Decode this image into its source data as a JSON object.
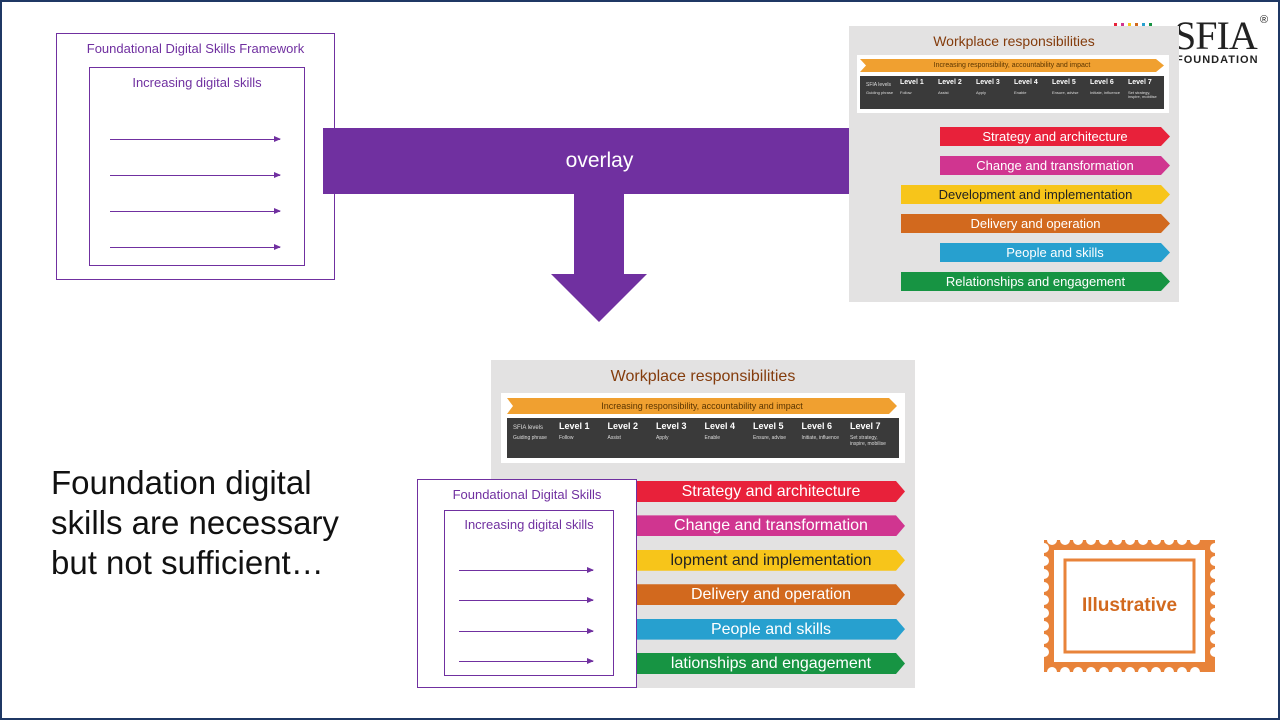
{
  "top_framework": {
    "title": "Foundational  Digital Skills Framework",
    "inner_title": "Increasing digital skills"
  },
  "overlay": {
    "label": "overlay",
    "color": "#7030a0"
  },
  "workplace": {
    "title": "Workplace responsibilities",
    "increasing_label": "Increasing responsibility, accountability and impact",
    "sfia_levels_label": "SFIA levels",
    "guiding_phrase_label": "Guiding phrase",
    "levels": [
      {
        "name": "Level 1",
        "phrase": "Follow"
      },
      {
        "name": "Level 2",
        "phrase": "Assist"
      },
      {
        "name": "Level 3",
        "phrase": "Apply"
      },
      {
        "name": "Level 4",
        "phrase": "Enable"
      },
      {
        "name": "Level 5",
        "phrase": "Ensure, advise"
      },
      {
        "name": "Level 6",
        "phrase": "Initiate, influence"
      },
      {
        "name": "Level 7",
        "phrase": "Set strategy, inspire, mobilise"
      }
    ],
    "responsibilities": [
      {
        "label": "Strategy and architecture",
        "color": "#e8213a"
      },
      {
        "label": "Change and transformation",
        "color": "#d03590"
      },
      {
        "label": "Development and implementation",
        "color": "#f7c51a"
      },
      {
        "label": "Delivery and operation",
        "color": "#d2691e"
      },
      {
        "label": "People and skills",
        "color": "#27a0cf"
      },
      {
        "label": "Relationships and engagement",
        "color": "#179443"
      }
    ]
  },
  "bottom_framework": {
    "title": "Foundational  Digital Skills",
    "inner_title": "Increasing digital skills"
  },
  "bottom_resp_visible": [
    "Strategy and architecture",
    "Change and transformation",
    "lopment and implementation",
    "Delivery and operation",
    "People and skills",
    "lationships and engagement"
  ],
  "statement": "Foundation digital skills are necessary but not sufficient…",
  "stamp": {
    "label": "Illustrative",
    "color": "#e8833a"
  },
  "logo": {
    "text": "SFIA",
    "registered": "®",
    "sub": "FOUNDATION",
    "bar_colors": [
      "#e8213a",
      "#d03590",
      "#f7c51a",
      "#d2691e",
      "#27a0cf",
      "#179443"
    ]
  }
}
